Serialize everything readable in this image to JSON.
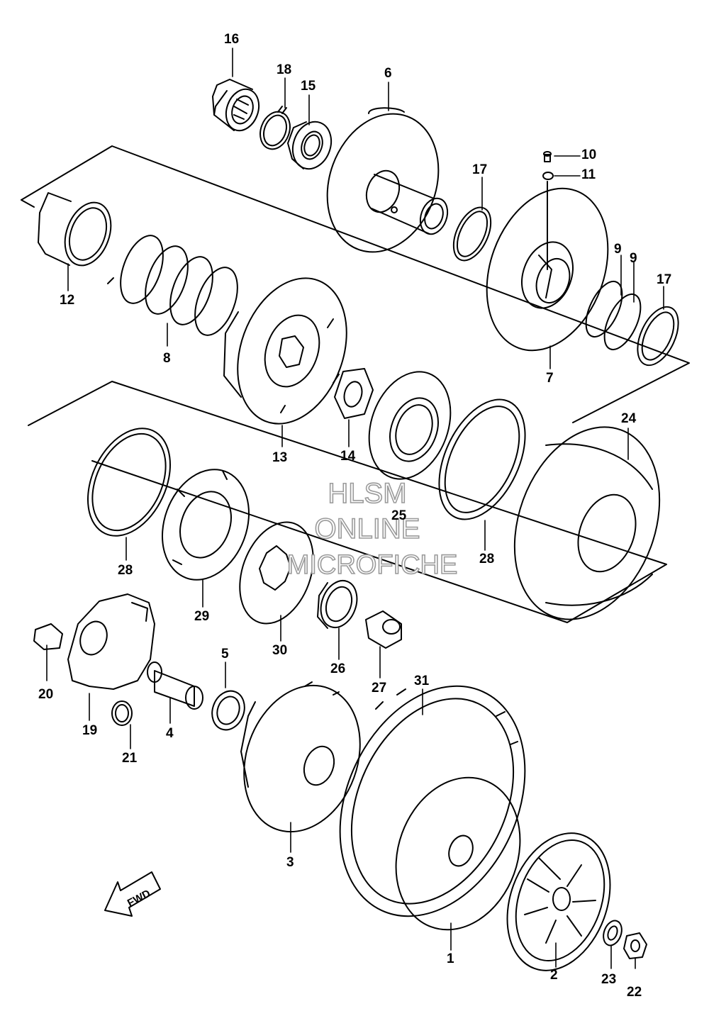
{
  "callouts": {
    "c1": "1",
    "c2": "2",
    "c3": "3",
    "c4": "4",
    "c5": "5",
    "c6": "6",
    "c7": "7",
    "c8": "8",
    "c9a": "9",
    "c9b": "9",
    "c10": "10",
    "c11": "11",
    "c12": "12",
    "c13": "13",
    "c14": "14",
    "c15": "15",
    "c16": "16",
    "c17a": "17",
    "c17b": "17",
    "c18": "18",
    "c19": "19",
    "c20": "20",
    "c21": "21",
    "c22": "22",
    "c23": "23",
    "c24": "24",
    "c25": "25",
    "c26": "26",
    "c27": "27",
    "c28a": "28",
    "c28b": "28",
    "c29": "29",
    "c30": "30",
    "c31": "31"
  },
  "watermark": {
    "line1": "HLSM",
    "line2": "ONLINE",
    "line3": "MICROFICHE"
  },
  "fwd_label": "FWD",
  "colors": {
    "line": "#000000",
    "watermark_outline": "#9a9a9a",
    "background": "#ffffff"
  }
}
